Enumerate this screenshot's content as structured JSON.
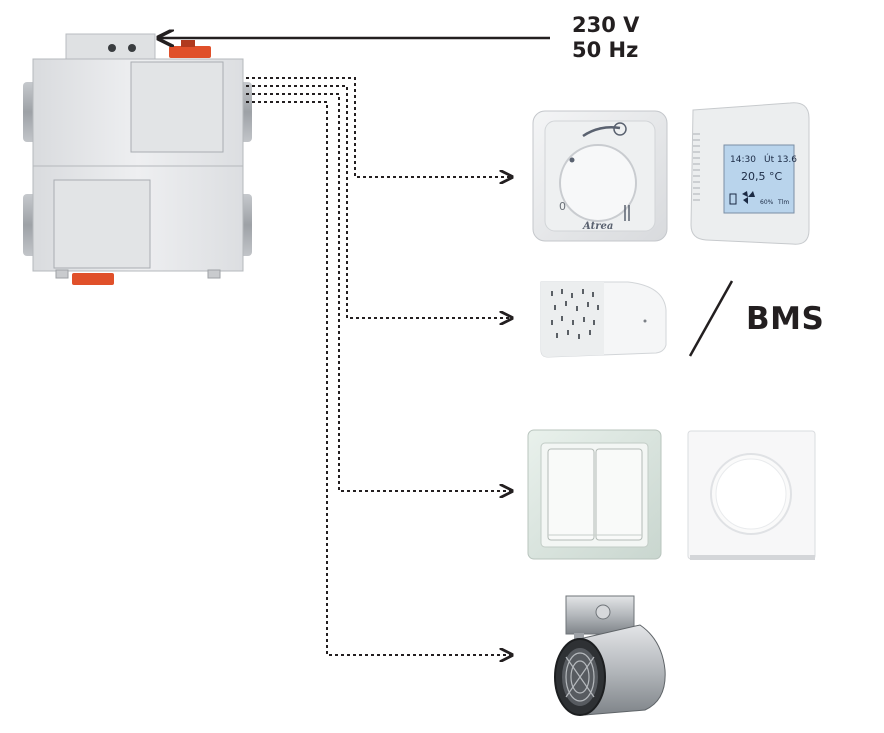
{
  "power": {
    "voltage": "230 V",
    "frequency": "50 Hz"
  },
  "bms": {
    "label": "BMS"
  },
  "controller": {
    "brand": "Atrea",
    "dial_min": "0"
  },
  "touch_panel": {
    "time": "14:30",
    "date": "Út 13.6",
    "temperature": "20,5 °C",
    "humidity": "60%",
    "mode": "Tlm"
  },
  "colors": {
    "line": "#231f20",
    "unit_body": "#e9eaec",
    "accent_orange": "#e0502a",
    "lcd_screen": "#b9d4ec"
  },
  "icons": {
    "main_unit": "heat-recovery-unit",
    "controller": "rotary-controller",
    "touch_panel": "touch-panel",
    "sensor": "co2-sensor",
    "switch": "double-rocker-switch",
    "push_button": "push-button",
    "heater": "duct-heater"
  }
}
